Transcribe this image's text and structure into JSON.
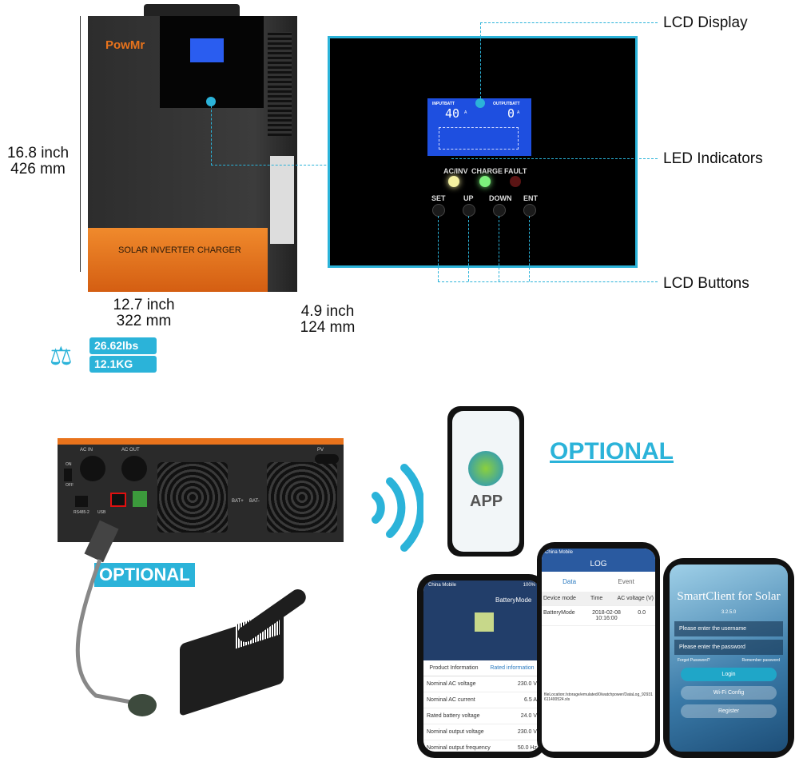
{
  "brand": "PowMr",
  "front": {
    "band_label": "SOLAR INVERTER CHARGER"
  },
  "dimensions": {
    "height_in": "16.8 inch",
    "height_mm": "426 mm",
    "width_in": "12.7 inch",
    "width_mm": "322 mm",
    "depth_in": "4.9 inch",
    "depth_mm": "124 mm"
  },
  "weight": {
    "lbs": "26.62lbs",
    "kg": "12.1KG",
    "icon": "scale-icon"
  },
  "panel": {
    "lcd": {
      "input_label": "INPUTBATT",
      "input_value": "40",
      "input_unit": "A",
      "output_label": "OUTPUTBATT",
      "output_value": "0",
      "output_unit": "A"
    },
    "leds": [
      {
        "label": "AC/INV",
        "color": "#f4f0a0"
      },
      {
        "label": "CHARGE",
        "color": "#7cf07c"
      },
      {
        "label": "FAULT",
        "color": "#5a1414"
      }
    ],
    "buttons": [
      "SET",
      "UP",
      "DOWN",
      "ENT"
    ]
  },
  "callouts": {
    "lcd": "LCD Display",
    "led": "LED Indicators",
    "buttons": "LCD Buttons"
  },
  "rear": {
    "labels": {
      "ac_in": "AC IN",
      "ac_out": "AC OUT",
      "on": "ON",
      "off": "OFF",
      "rs485": "RS485-2",
      "usb": "USB",
      "bat_pos": "BAT+",
      "bat_neg": "BAT-",
      "pv": "PV"
    }
  },
  "optional_1": "OPTIONAL",
  "optional_2": "OPTIONAL",
  "app_phone": {
    "label": "APP"
  },
  "phone_left": {
    "carrier": "China Mobile",
    "status": "100%",
    "mode": "BatteryMode",
    "tabs": [
      "Product Information",
      "Rated information"
    ],
    "rows": [
      [
        "Nominal AC voltage",
        "230.0 V"
      ],
      [
        "Nominal AC current",
        "6.5 A"
      ],
      [
        "Rated battery voltage",
        "24.0 V"
      ],
      [
        "Nominal output voltage",
        "230.0 V"
      ],
      [
        "Nominal output frequency",
        "50.0 Hz"
      ]
    ]
  },
  "phone_mid": {
    "carrier": "China Mobile",
    "title": "LOG",
    "tabs": [
      "Data",
      "Event"
    ],
    "headers": [
      "Device mode",
      "Time",
      "AC voltage (V)"
    ],
    "row": [
      "BatteryMode",
      "2018-02-08 10:16:00",
      "0.0"
    ],
    "file": "fileLocation:/storage/emulated/0/watchpower/DataLog_92931611400524.xls"
  },
  "phone_right": {
    "title": "SmartClient for Solar",
    "version": "3.2.5.0",
    "username_placeholder": "Please enter the username",
    "password_placeholder": "Please enter the password",
    "forgot": "Forget Password?",
    "remember": "Remember password",
    "login": "Login",
    "wifi": "Wi-Fi Config",
    "register": "Register"
  },
  "colors": {
    "accent": "#2bb3d9",
    "orange": "#e8731c",
    "lcd": "#1e4fe0"
  }
}
